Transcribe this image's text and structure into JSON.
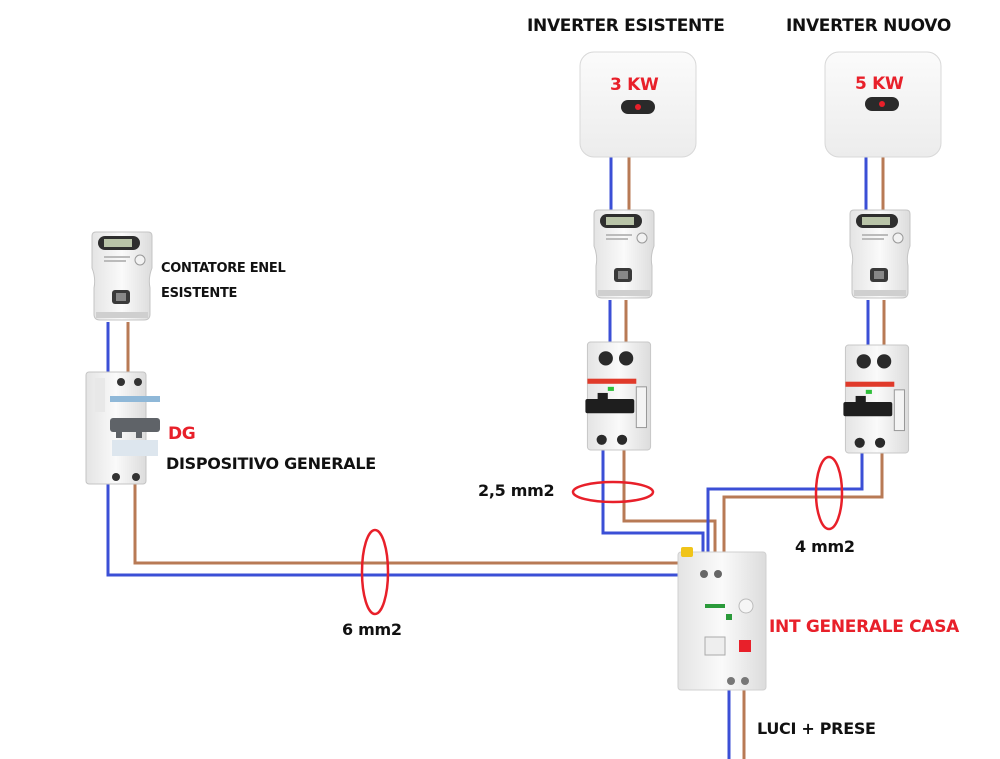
{
  "labels": {
    "inverter_existing_title": "INVERTER ESISTENTE",
    "inverter_new_title": "INVERTER NUOVO",
    "inverter_existing_power": "3 KW",
    "inverter_new_power": "5 KW",
    "meter_enel_line1": "CONTATORE ENEL",
    "meter_enel_line2": "ESISTENTE",
    "dg_short": "DG",
    "dg_full": "DISPOSITIVO GENERALE",
    "cable_inverter_existing": "2,5 mm2",
    "cable_inverter_new": "4 mm2",
    "cable_main": "6 mm2",
    "house_main_switch": "INT GENERALE CASA",
    "load": "LUCI + PRESE"
  },
  "colors": {
    "neutral_wire": "#3b4fd6",
    "phase_wire": "#b87a55",
    "cable_marker": "#e8202a",
    "highlight_text": "#e8202a"
  }
}
